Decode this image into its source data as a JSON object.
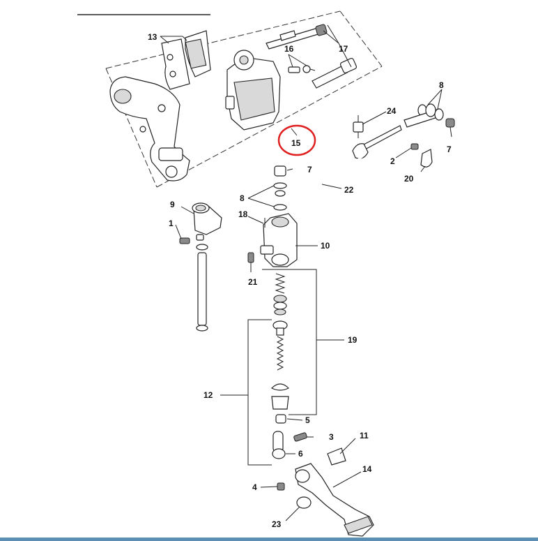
{
  "callouts": {
    "c1": "1",
    "c2": "2",
    "c3": "3",
    "c4": "4",
    "c5": "5",
    "c6": "6",
    "c7a": "7",
    "c7b": "7",
    "c8a": "8",
    "c8b": "8",
    "c9": "9",
    "c10": "10",
    "c11": "11",
    "c12": "12",
    "c13": "13",
    "c14": "14",
    "c15": "15",
    "c16": "16",
    "c17": "17",
    "c18": "18",
    "c19": "19",
    "c20": "20",
    "c21": "21",
    "c22": "22",
    "c23": "23",
    "c24": "24"
  },
  "highlight": {
    "color": "#e02020",
    "target": "15"
  },
  "bottom_bar_color": "#5b8fb3"
}
